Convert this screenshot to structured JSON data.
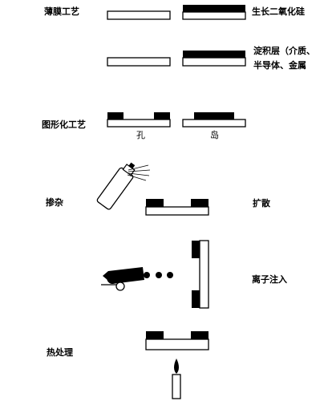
{
  "sections": {
    "thin_film": {
      "label": "薄膜工艺",
      "result_label": "生长二氧化硅",
      "deposit_label_line1": "淀积层（介质、",
      "deposit_label_line2": "半导体、金属"
    },
    "pattern": {
      "label": "图形化工艺",
      "hole_label": "孔",
      "island_label": "岛"
    },
    "doping": {
      "label": "掺杂",
      "diffusion_label": "扩散",
      "implant_label": "离子注入"
    },
    "heat": {
      "label": "热处理"
    }
  }
}
